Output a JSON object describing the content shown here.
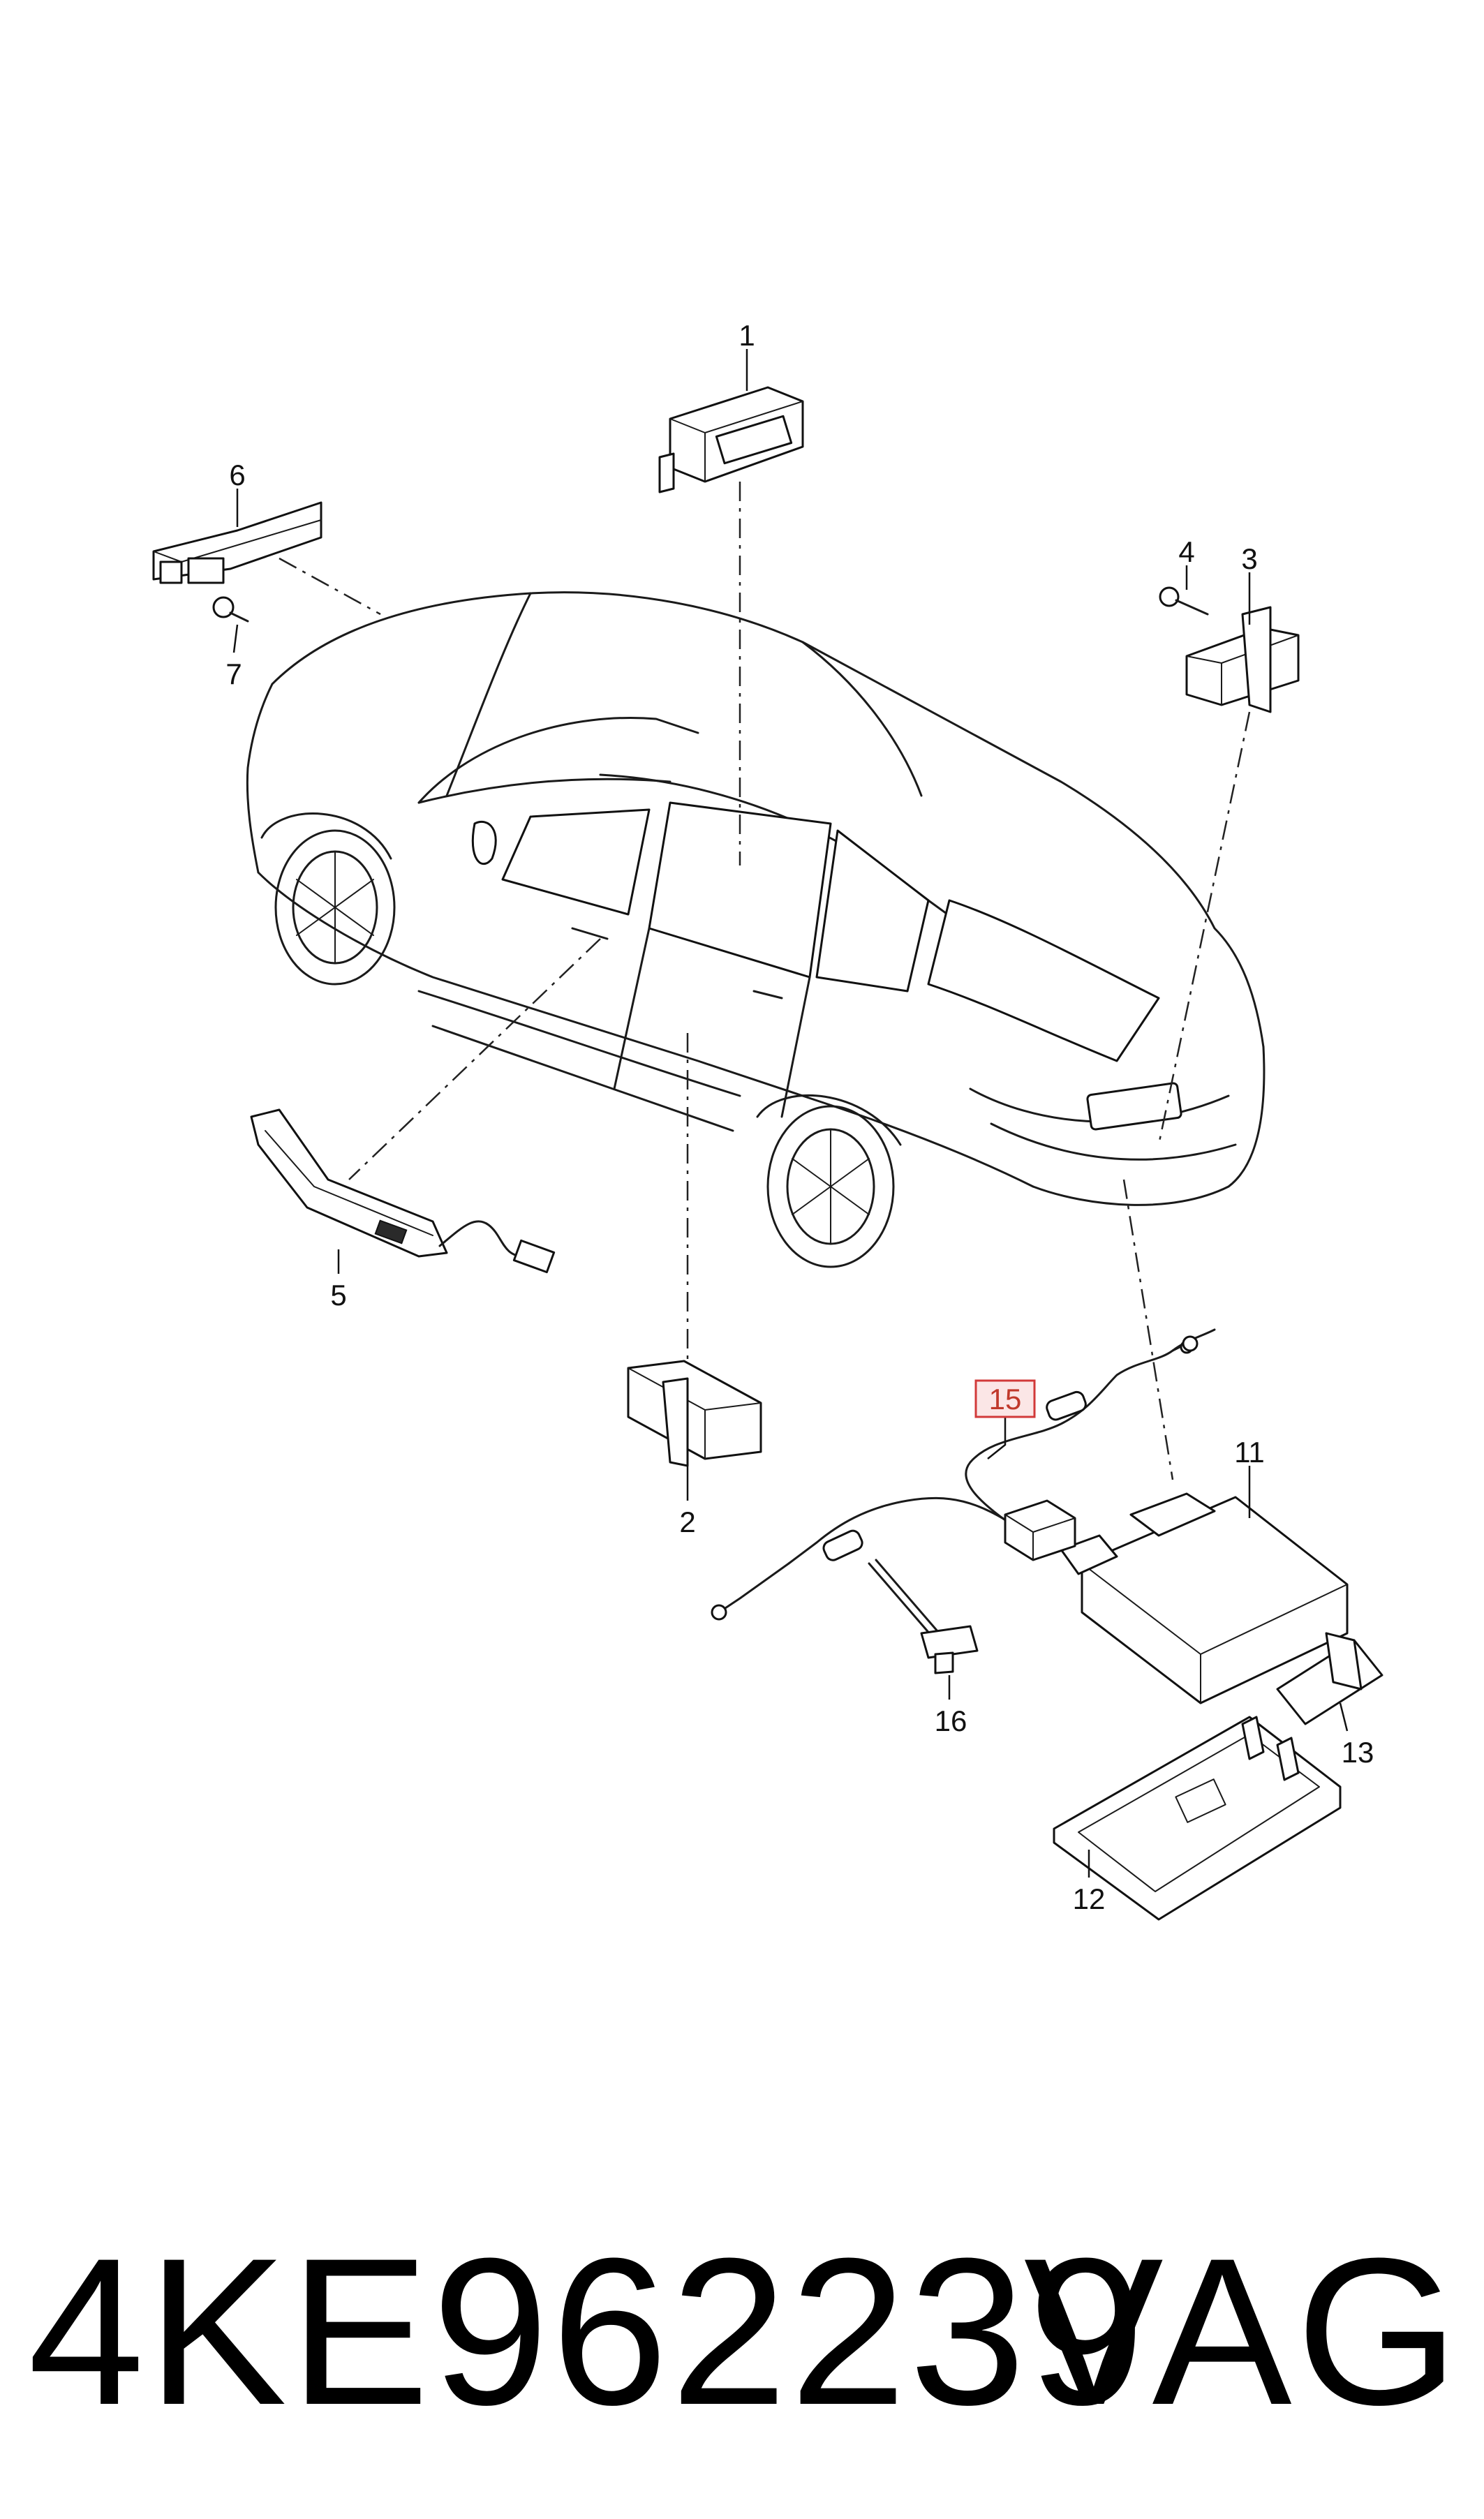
{
  "callouts": [
    {
      "id": "1",
      "label": "1"
    },
    {
      "id": "2",
      "label": "2"
    },
    {
      "id": "3",
      "label": "3"
    },
    {
      "id": "4",
      "label": "4"
    },
    {
      "id": "5",
      "label": "5"
    },
    {
      "id": "6",
      "label": "6"
    },
    {
      "id": "7",
      "label": "7"
    },
    {
      "id": "11",
      "label": "11"
    },
    {
      "id": "12",
      "label": "12"
    },
    {
      "id": "13",
      "label": "13"
    },
    {
      "id": "15",
      "label": "15",
      "highlighted": true
    },
    {
      "id": "16",
      "label": "16"
    }
  ],
  "highlight_color": "#d23a3a",
  "footer": {
    "part_number": "4KE962239",
    "brand": "VAG"
  }
}
